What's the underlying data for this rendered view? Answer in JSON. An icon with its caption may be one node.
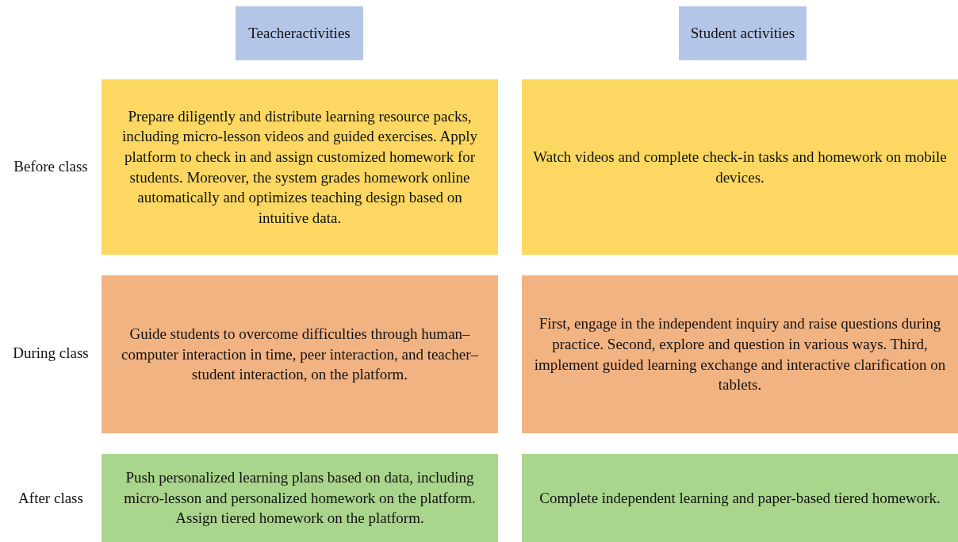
{
  "diagram": {
    "nodes": [
      {
        "text": [
          "Teacheractivities"
        ]
      },
      {
        "text": [
          "Student activities"
        ]
      },
      {
        "text": [
          "Prepare diligently and distribute learning resource packs, including micro-lesson videos and guided exercises. Apply platform to check in and assign customized homework for students. Moreover, the system grades homework online automatically and optimizes teaching design based on intuitive data."
        ]
      },
      {
        "text": [
          "Watch videos and complete check-in tasks and homework on mobile devices."
        ]
      },
      {
        "text": [
          "Guide students to overcome difficulties through human–computer interaction in time, peer interaction, and teacher–student interaction, on the platform."
        ]
      },
      {
        "text": [
          "First, engage in the independent inquiry and raise questions during practice. Second, explore and question in various ways. Third, implement guided learning exchange and interactive clarification on tablets."
        ]
      },
      {
        "text": [
          "Push personalized learning plans based on data, including micro-lesson and personalized homework on the platform. Assign tiered homework on the platform."
        ]
      },
      {
        "text": [
          "Complete independent learning and paper-based tiered homework."
        ]
      }
    ],
    "labels": [
      "Before class",
      "During class",
      "After class"
    ]
  }
}
